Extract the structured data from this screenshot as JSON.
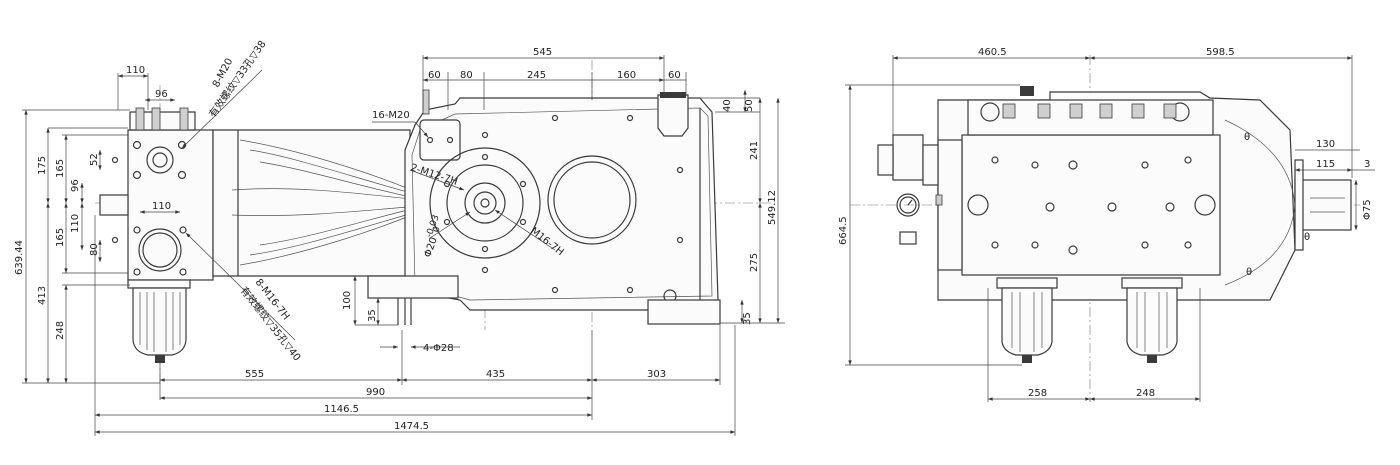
{
  "left_view": {
    "top_dims": {
      "d545": "545",
      "d60a": "60",
      "d80": "80",
      "d245": "245",
      "d160": "160",
      "d60b": "60",
      "d110": "110",
      "d96": "96"
    },
    "right_dims": {
      "d40": "40",
      "d50": "50",
      "d241": "241",
      "d549": "549.12",
      "d275": "275",
      "d35": "35"
    },
    "left_dims": {
      "d639": "639.44",
      "d175": "175",
      "d165a": "165",
      "d52": "52",
      "d96": "96",
      "d110": "110",
      "d165b": "165",
      "d80": "80",
      "d413": "413",
      "d248": "248"
    },
    "bottom_dims": {
      "d555": "555",
      "d435": "435",
      "d303": "303",
      "d990": "990",
      "d1146": "1146.5",
      "d1474": "1474.5"
    },
    "mid_dims": {
      "d110": "110",
      "d100": "100",
      "d35": "35"
    },
    "notes": {
      "n_8m20": "8-M20",
      "n_depth38": "有效螺纹▽33孔▽38",
      "n_16m20": "16-M20",
      "n_2m12": "2-M12-7H",
      "n_dia20": "Φ20",
      "n_tol_upper": "0",
      "n_tol_lower": "-0.03",
      "n_m16": "M16-7H",
      "n_4d28": "4-Φ28",
      "n_8m16": "8-M16-7H",
      "n_depth40": "有效螺纹▽35孔▽40"
    }
  },
  "right_view": {
    "top_dims": {
      "d460": "460.5",
      "d598": "598.5"
    },
    "left_dims": {
      "d664": "664.5"
    },
    "right_dims": {
      "d130": "130",
      "d115": "115",
      "d3": "3",
      "d75": "Φ75"
    },
    "bottom_dims": {
      "d258": "258",
      "d248": "248"
    },
    "labels": {
      "theta1": "θ",
      "theta2": "θ",
      "theta3": "θ"
    }
  }
}
